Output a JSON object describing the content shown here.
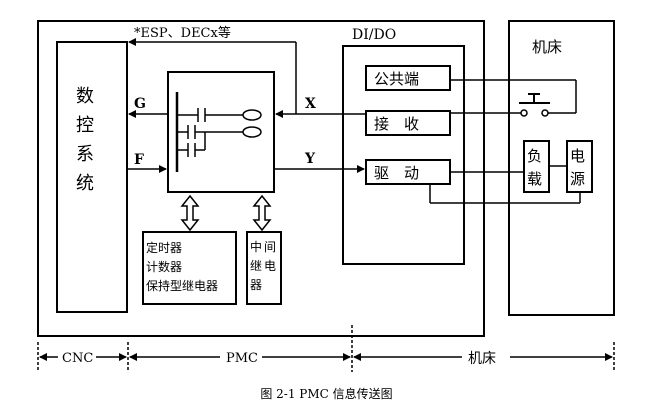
{
  "cnc": {
    "title_chars": [
      "数",
      "控",
      "系",
      "统"
    ],
    "signal_g": "G",
    "signal_f": "F",
    "feedback_label": "*ESP、DECx等"
  },
  "pmc": {
    "signal_x": "X",
    "signal_y": "Y",
    "memory_lines": [
      "定时器",
      "计数器",
      "保持型继电器"
    ],
    "relay_chars": [
      "中",
      "间",
      "继",
      "电",
      "器"
    ]
  },
  "dido": {
    "title": "DI/DO",
    "common": "公共端",
    "receive": "接　收",
    "drive": "驱　动"
  },
  "machine": {
    "title": "机床",
    "load_chars": [
      "负",
      "载"
    ],
    "power_chars": [
      "电",
      "源"
    ]
  },
  "scale": {
    "cnc": "CNC",
    "pmc": "PMC",
    "machine": "机床"
  },
  "caption": "图 2-1 PMC 信息传送图"
}
